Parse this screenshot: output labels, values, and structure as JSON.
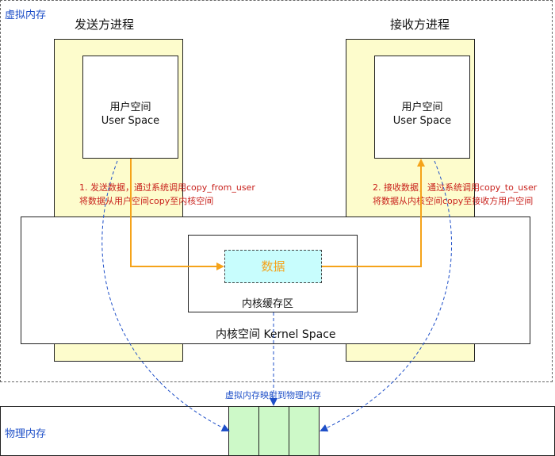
{
  "virtual_memory": {
    "label": "虚拟内存"
  },
  "physical_memory": {
    "label": "物理内存"
  },
  "sender": {
    "title": "发送方进程",
    "user_space_cn": "用户空间",
    "user_space_en": "User Space",
    "step_line1": "1. 发送数据，通过系统调用copy_from_user",
    "step_line2": "将数据从用户空间copy至内核空间"
  },
  "receiver": {
    "title": "接收方进程",
    "user_space_cn": "用户空间",
    "user_space_en": "User Space",
    "step_line1": "2. 接收数据，通过系统调用copy_to_user",
    "step_line2": "将数据从内核空间copy至接收方用户空间"
  },
  "kernel": {
    "label": "内核空间 Kernel Space",
    "buffer_label": "内核缓存区",
    "data_label": "数据"
  },
  "mapping": {
    "label": "虚拟内存映射到物理内存"
  },
  "colors": {
    "process_bg": "#fdfccc",
    "data_bg": "#c8fdfd",
    "page_bg": "#cdf9c8",
    "flow_arrow": "#f5a31a",
    "annotation_red": "#c8201b",
    "mapping_blue": "#1e4fc8"
  }
}
